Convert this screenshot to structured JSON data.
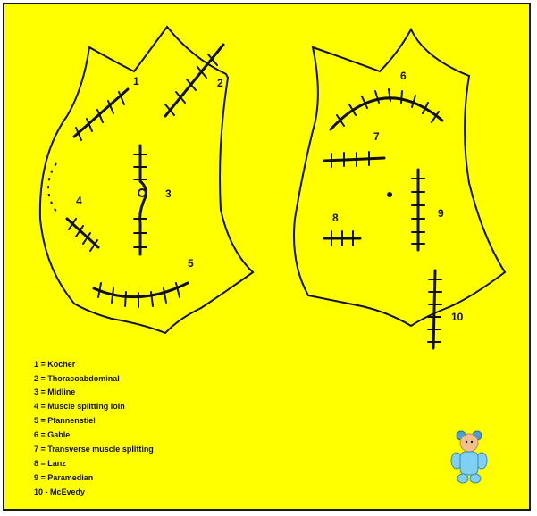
{
  "figure": {
    "background_color": "#ffff00",
    "border_color": "#1a1a1a",
    "line_color": "#111111",
    "incision_labels": [
      "1",
      "2",
      "3",
      "4",
      "5",
      "6",
      "7",
      "8",
      "9",
      "10"
    ],
    "legend": [
      "1 = Kocher",
      "2 = Thoracoabdominal",
      "3 = Midline",
      "4 = Muscle splitting loin",
      "5 = Pfannenstiel",
      "6 = Gable",
      "7 = Transverse muscle splitting",
      "8 = Lanz",
      "9 = Paramedian",
      "10 - McEvedy"
    ],
    "mascot_icon": "teddy-bear-icon"
  }
}
